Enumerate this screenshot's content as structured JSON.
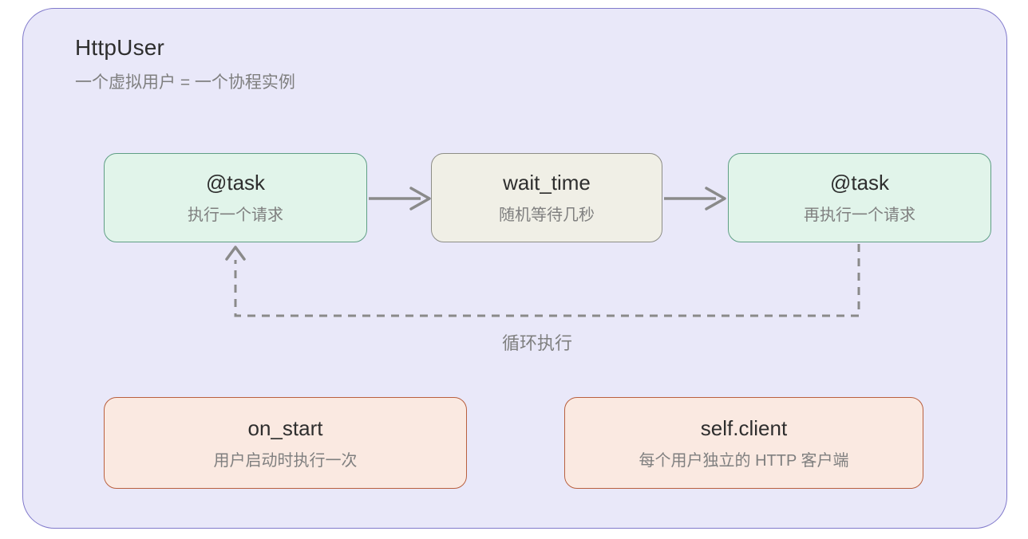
{
  "header": {
    "title": "HttpUser",
    "subtitle": "一个虚拟用户 = 一个协程实例"
  },
  "nodes": {
    "task1": {
      "title": "@task",
      "subtitle": "执行一个请求"
    },
    "wait_time": {
      "title": "wait_time",
      "subtitle": "随机等待几秒"
    },
    "task2": {
      "title": "@task",
      "subtitle": "再执行一个请求"
    },
    "on_start": {
      "title": "on_start",
      "subtitle": "用户启动时执行一次"
    },
    "self_client": {
      "title": "self.client",
      "subtitle": "每个用户独立的 HTTP 客户端"
    }
  },
  "loop_label": "循环执行",
  "colors": {
    "canvas_bg": "#ffffff",
    "container_bg": "#e9e8f9",
    "container_border": "#8079cb",
    "task_bg": "#e1f4ea",
    "task_border": "#5f9e85",
    "wait_bg": "#f0efe6",
    "wait_border": "#8d8d86",
    "hook_bg": "#fae9e1",
    "hook_border": "#b9603f",
    "title_color": "#2e2e2e",
    "subtitle_color": "#7f7f7f",
    "arrow_color": "#8a8a8a"
  }
}
